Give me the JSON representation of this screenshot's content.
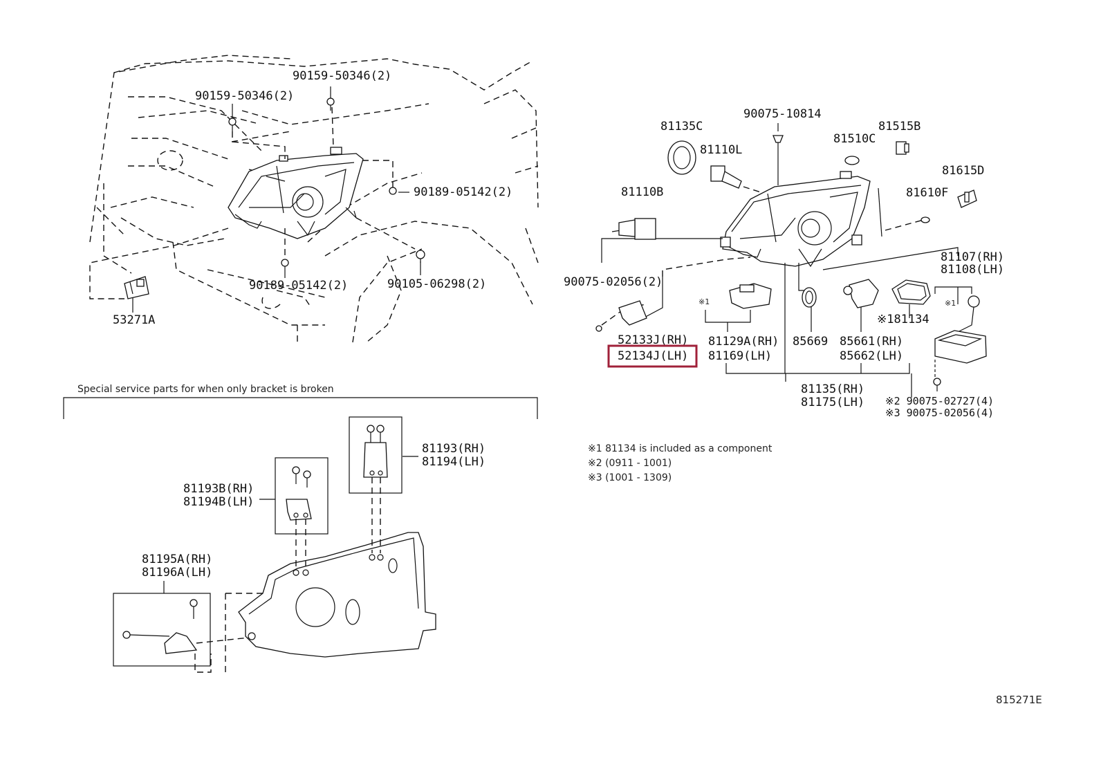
{
  "diagram_code": "815271E",
  "section_title": "Special service parts for when only bracket is broken",
  "notes": [
    "※1 81134 is included as a component",
    "※2 (0911 - 1001)",
    "※3 (1001 - 1309)"
  ],
  "marks": {
    "m1": "※1"
  },
  "highlight_color": "#a0213a",
  "labels": {
    "p90159_50346_left": "90159-50346(2)",
    "p90159_50346_top": "90159-50346(2)",
    "p90189_05142_right": "90189-05142(2)",
    "p90189_05142_bottom": "90189-05142(2)",
    "p90105_06298": "90105-06298(2)",
    "p53271A": "53271A",
    "p81135C": "81135C",
    "p90075_10814": "90075-10814",
    "p81515B": "81515B",
    "p81110L": "81110L",
    "p81510C": "81510C",
    "p81615D": "81615D",
    "p81110B": "81110B",
    "p81610F": "81610F",
    "p81107": "81107(RH)",
    "p81108": "81108(LH)",
    "p90075_02056": "90075-02056(2)",
    "p81134": "※181134",
    "p52133J": "52133J(RH)",
    "p52134J": "52134J(LH)",
    "p81129A": "81129A(RH)",
    "p81169": "81169(LH)",
    "p85669": "85669",
    "p85661": "85661(RH)",
    "p85662": "85662(LH)",
    "p81135": "81135(RH)",
    "p81175": "81175(LH)",
    "p90075_02727": "※2 90075-02727(4)",
    "p90075_02056b": "※3 90075-02056(4)",
    "p81193": "81193(RH)",
    "p81194": "81194(LH)",
    "p81193B": "81193B(RH)",
    "p81194B": "81194B(LH)",
    "p81195A": "81195A(RH)",
    "p81196A": "81196A(LH)"
  }
}
